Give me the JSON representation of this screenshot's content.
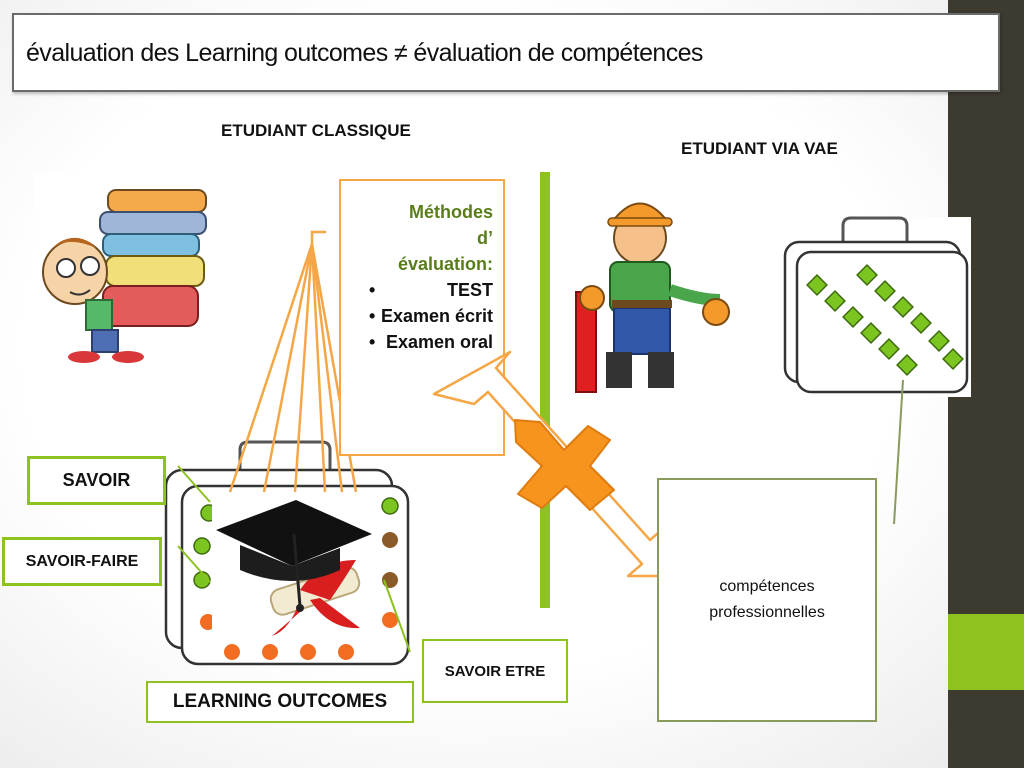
{
  "title": "évaluation des  Learning outcomes  ≠ évaluation de compétences",
  "left_heading": "ETUDIANT CLASSIQUE",
  "right_heading": "ETUDIANT VIA VAE",
  "methods": {
    "title_line1": "Méthodes",
    "title_line2": "d’",
    "title_line3": "évaluation:",
    "items": [
      "TEST",
      "Examen écrit",
      "Examen oral"
    ]
  },
  "labels": {
    "savoir": "SAVOIR",
    "savoir_faire": "SAVOIR-FAIRE",
    "savoir_etre": "SAVOIR ETRE",
    "learning_outcomes": "LEARNING OUTCOMES"
  },
  "competences": {
    "line1": "compétences",
    "line2": "professionnelles"
  },
  "colors": {
    "accent_green": "#8dc21f",
    "orange": "#f5a646",
    "sidebar_dark": "#3d3b30",
    "cross_orange": "#f7941d"
  },
  "icons": [
    "books-student-illustration",
    "worker-illustration",
    "briefcase-icon",
    "graduation-cap-diploma-image",
    "cross-mark-icon",
    "double-arrow-icon"
  ]
}
